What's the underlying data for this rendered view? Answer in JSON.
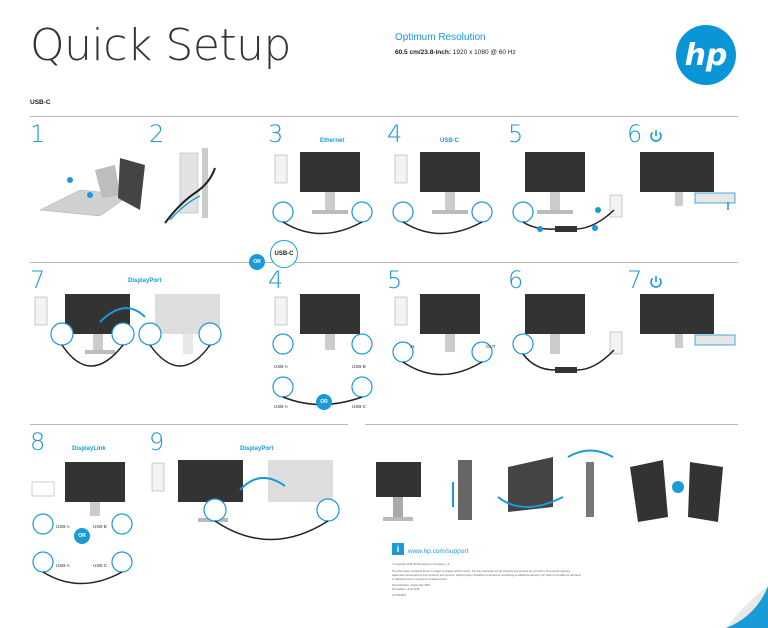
{
  "header": {
    "title": "Quick Setup",
    "resolution_heading": "Optimum Resolution",
    "resolution_size": "60.5 cm/23.8-inch:",
    "resolution_value": " 1920 x 1080 @ 60 Hz",
    "logo_text": "hp"
  },
  "section_label": "USB-C",
  "steps_row1": [
    "1",
    "2",
    "3",
    "4",
    "5",
    "6"
  ],
  "steps_row2": [
    "7",
    "4",
    "5",
    "6",
    "7"
  ],
  "steps_row3": [
    "8",
    "9"
  ],
  "captions": {
    "ethernet": "Ethernet",
    "usbc": "USB-C",
    "displayport": "DisplayPort",
    "displaylink": "DisplayLink",
    "displayport2": "DisplayPort"
  },
  "or_label": "OR",
  "usbc_badge": "USB-C",
  "port_labels": {
    "usb_a": "USB-A",
    "usb_b": "USB-B",
    "usb_c": "USB-C",
    "in": "IN",
    "out": "OUT"
  },
  "support": {
    "url": "www.hp.com/support"
  },
  "fine_print": {
    "copyright": "© Copyright 2018 HP Development Company, L.P.",
    "line1": "The information contained herein is subject to change without notice. The only warranties for HP products and services are set forth in the express warranty",
    "line2": "statements accompanying such products and services. Nothing herein should be construed as constituting an additional warranty. HP shall not be liable for technical",
    "line3": "or editorial errors or omissions contained herein.",
    "edition": "Second Edition: September 2018",
    "first": "First Edition: June 2018",
    "code": "L07158-B22"
  },
  "colors": {
    "accent": "#1a9ad6",
    "rule": "#b8b8b8"
  }
}
